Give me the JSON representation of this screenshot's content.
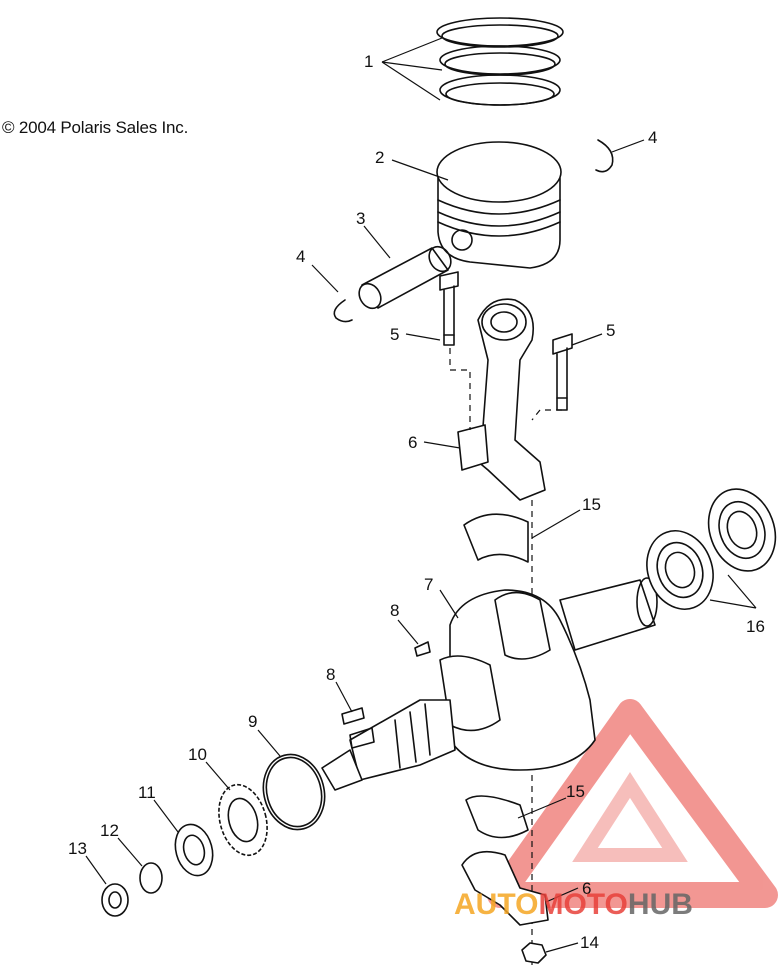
{
  "copyright": "© 2004 Polaris Sales Inc.",
  "callouts": [
    {
      "id": "1",
      "label": "1"
    },
    {
      "id": "2",
      "label": "2"
    },
    {
      "id": "3",
      "label": "3"
    },
    {
      "id": "4a",
      "label": "4"
    },
    {
      "id": "4b",
      "label": "4"
    },
    {
      "id": "5a",
      "label": "5"
    },
    {
      "id": "5b",
      "label": "5"
    },
    {
      "id": "6a",
      "label": "6"
    },
    {
      "id": "6b",
      "label": "6"
    },
    {
      "id": "7",
      "label": "7"
    },
    {
      "id": "8a",
      "label": "8"
    },
    {
      "id": "8b",
      "label": "8"
    },
    {
      "id": "9",
      "label": "9"
    },
    {
      "id": "10",
      "label": "10"
    },
    {
      "id": "11",
      "label": "11"
    },
    {
      "id": "12",
      "label": "12"
    },
    {
      "id": "13",
      "label": "13"
    },
    {
      "id": "14",
      "label": "14"
    },
    {
      "id": "15a",
      "label": "15"
    },
    {
      "id": "15b",
      "label": "15"
    },
    {
      "id": "16",
      "label": "16"
    }
  ],
  "watermark": {
    "text_orange": "AUTO",
    "text_red": "MOTO",
    "text_gray": "HUB",
    "colors": {
      "orange": "#f5a623",
      "red": "#e8413a",
      "gray": "#666666"
    }
  }
}
